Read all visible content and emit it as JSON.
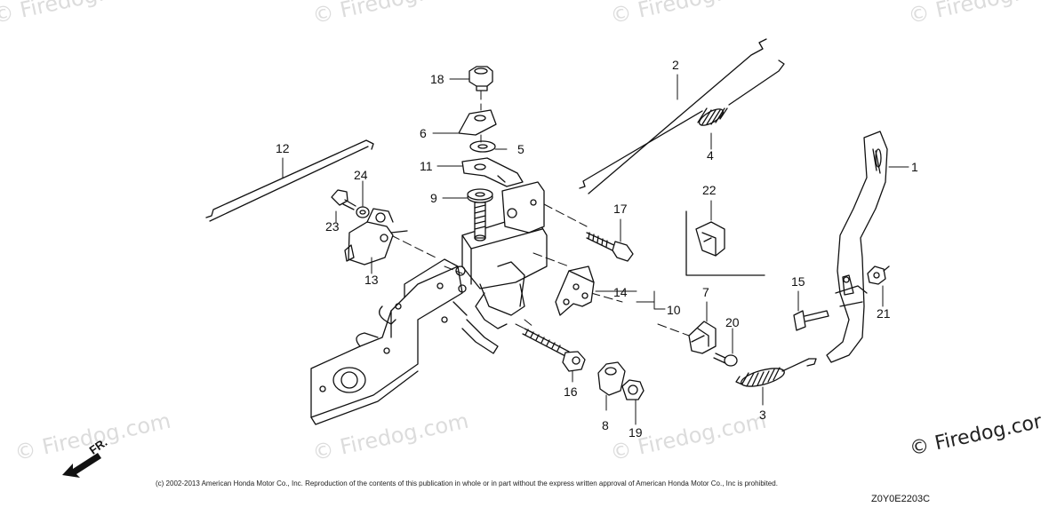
{
  "watermarks": {
    "brand": "© Firedog.com",
    "corner_brand": "© Firedog.cor"
  },
  "direction_label": "FR.",
  "copyright": "(c) 2002-2013 American Honda Motor Co., Inc. Reproduction of the contents of this publication in whole or in part without the express written approval of American Honda Motor Co., Inc is prohibited.",
  "diagram_code": "Z0Y0E2203C",
  "callouts": [
    {
      "id": "c1",
      "label": "1"
    },
    {
      "id": "c2",
      "label": "2"
    },
    {
      "id": "c3",
      "label": "3"
    },
    {
      "id": "c4",
      "label": "4"
    },
    {
      "id": "c5",
      "label": "5"
    },
    {
      "id": "c6",
      "label": "6"
    },
    {
      "id": "c7",
      "label": "7"
    },
    {
      "id": "c8",
      "label": "8"
    },
    {
      "id": "c9",
      "label": "9"
    },
    {
      "id": "c10",
      "label": "10"
    },
    {
      "id": "c11",
      "label": "11"
    },
    {
      "id": "c12",
      "label": "12"
    },
    {
      "id": "c13",
      "label": "13"
    },
    {
      "id": "c14",
      "label": "14"
    },
    {
      "id": "c15",
      "label": "15"
    },
    {
      "id": "c16",
      "label": "16"
    },
    {
      "id": "c17",
      "label": "17"
    },
    {
      "id": "c18",
      "label": "18"
    },
    {
      "id": "c19",
      "label": "19"
    },
    {
      "id": "c20",
      "label": "20"
    },
    {
      "id": "c21",
      "label": "21"
    },
    {
      "id": "c22",
      "label": "22"
    },
    {
      "id": "c23",
      "label": "23"
    },
    {
      "id": "c24",
      "label": "24"
    }
  ]
}
